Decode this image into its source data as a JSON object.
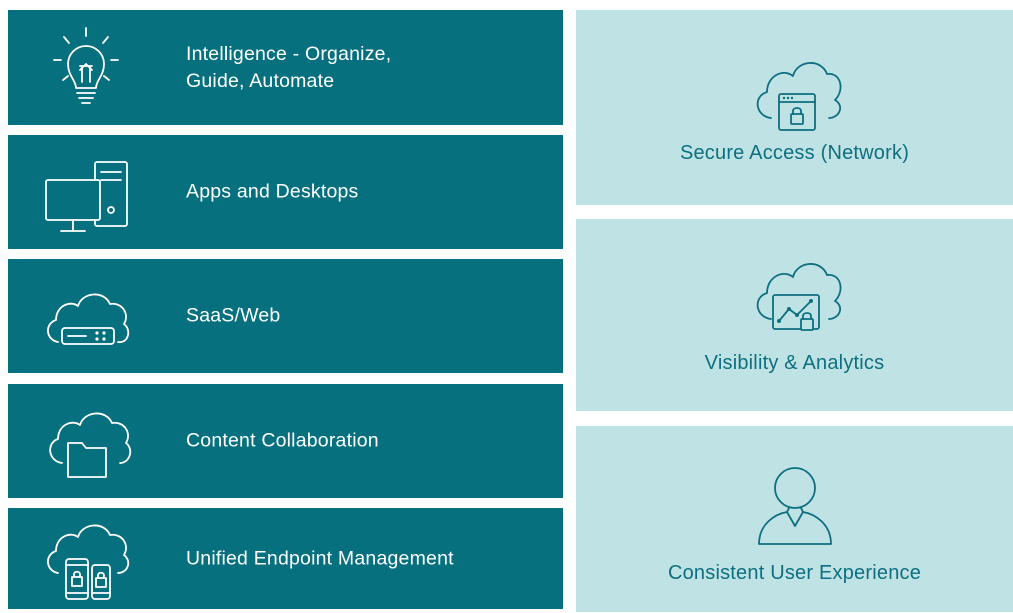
{
  "left_tiles": [
    {
      "label_line1": "Intelligence - Organize,",
      "label_line2": "Guide, Automate",
      "icon": "lightbulb-icon"
    },
    {
      "label": "Apps and Desktops",
      "icon": "desktop-computer-icon"
    },
    {
      "label": "SaaS/Web",
      "icon": "cloud-server-icon"
    },
    {
      "label": "Content Collaboration",
      "icon": "cloud-folder-icon"
    },
    {
      "label": "Unified Endpoint Management",
      "icon": "cloud-devices-icon"
    }
  ],
  "right_tiles": [
    {
      "label": "Secure Access (Network)",
      "icon": "cloud-secure-window-icon"
    },
    {
      "label": "Visibility & Analytics",
      "icon": "cloud-analytics-icon"
    },
    {
      "label": "Consistent User Experience",
      "icon": "user-icon"
    }
  ],
  "colors": {
    "left_tile_bg": "#06707f",
    "right_tile_bg": "#bfe3e4",
    "left_text": "#ffffff",
    "right_text": "#0d6f80"
  }
}
